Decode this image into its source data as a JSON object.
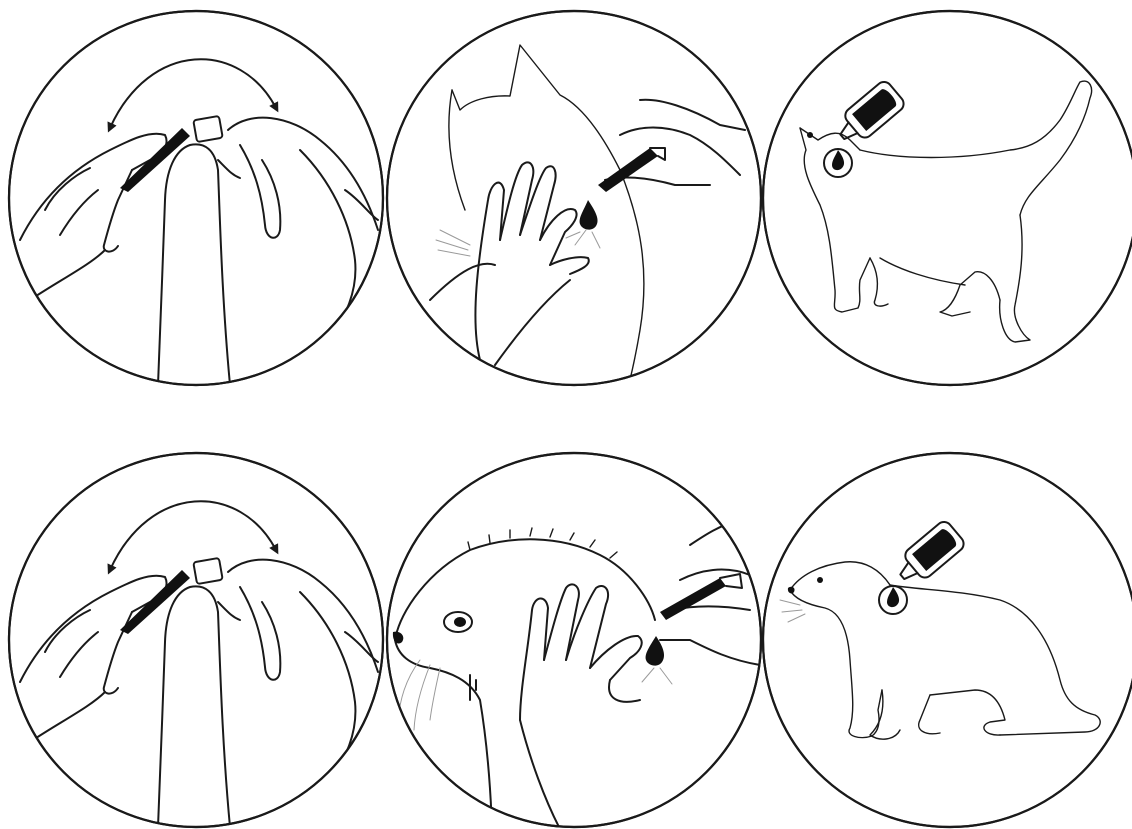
{
  "figure": {
    "rows": [
      {
        "animal": "cat",
        "steps": [
          "open-pipette",
          "part-fur-and-apply",
          "apply-at-base-of-skull"
        ]
      },
      {
        "animal": "ferret",
        "steps": [
          "open-pipette",
          "part-fur-and-apply",
          "apply-at-base-of-skull"
        ]
      }
    ]
  },
  "colors": {
    "ink": "#111111",
    "line": "#1a1a1a",
    "background": "#ffffff"
  }
}
